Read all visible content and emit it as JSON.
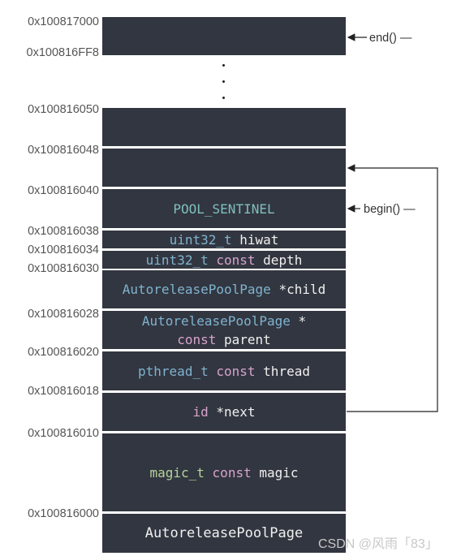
{
  "addresses": {
    "a17000": "0x100817000",
    "a16ff8": "0x100816FF8",
    "a16050": "0x100816050",
    "a16048": "0x100816048",
    "a16040": "0x100816040",
    "a16038": "0x100816038",
    "a16034": "0x100816034",
    "a16030": "0x100816030",
    "a16028": "0x100816028",
    "a16020": "0x100816020",
    "a16018": "0x100816018",
    "a16010": "0x100816010",
    "a16000": "0x100816000"
  },
  "blocks": {
    "sentinel": "POOL_SENTINEL",
    "hiwat_type": "uint32_t",
    "hiwat_name": "hiwat",
    "depth_type": "uint32_t",
    "depth_const": "const",
    "depth_name": "depth",
    "child_type": "AutoreleasePoolPage",
    "child_name": "*child",
    "parent_type": "AutoreleasePoolPage",
    "parent_ptr": "*",
    "parent_const": "const",
    "parent_name": "parent",
    "thread_type": "pthread_t",
    "thread_const": "const",
    "thread_name": "thread",
    "next_type": "id",
    "next_name": "*next",
    "magic_type": "magic_t",
    "magic_const": "const",
    "magic_name": "magic",
    "class_name": "AutoreleasePoolPage"
  },
  "labels": {
    "end": "end() —",
    "begin": "begin() —"
  },
  "watermark": "CSDN @风雨「83」"
}
